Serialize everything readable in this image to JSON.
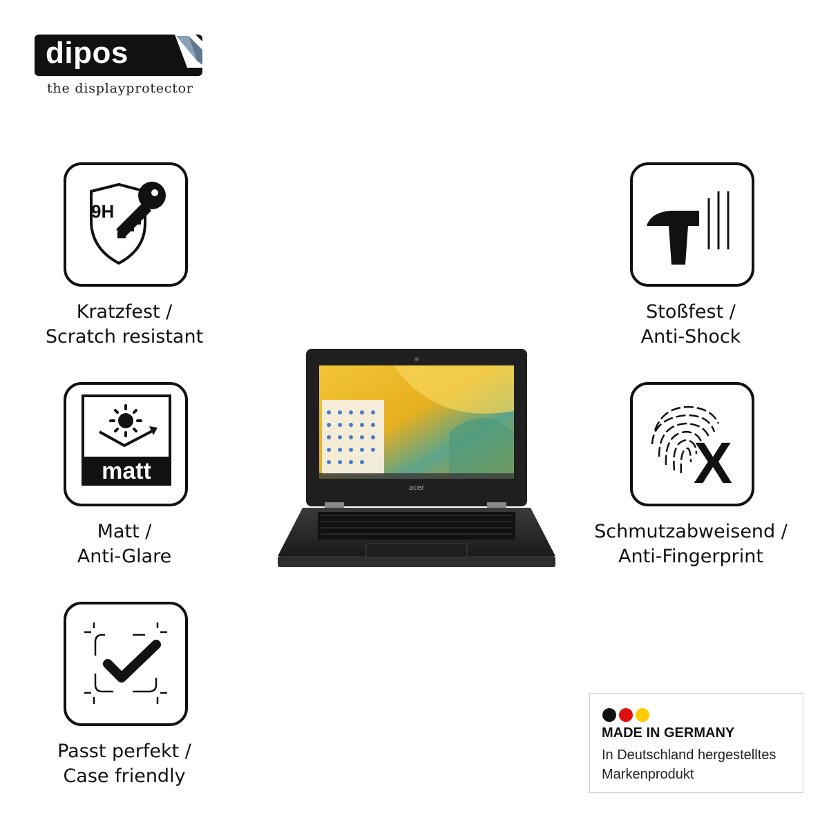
{
  "brand": {
    "name": "dipos",
    "tagline": "the displayprotector"
  },
  "features": [
    {
      "icon": "shield-key-9h-icon",
      "badge": "9H",
      "line1": "Kratzfest /",
      "line2": "Scratch resistant"
    },
    {
      "icon": "hammer-icon",
      "line1": "Stoßfest /",
      "line2": "Anti-Shock"
    },
    {
      "icon": "matt-sun-icon",
      "badge": "matt",
      "line1": "Matt /",
      "line2": "Anti-Glare"
    },
    {
      "icon": "fingerprint-x-icon",
      "line1": "Schmutzabweisend /",
      "line2": "Anti-Fingerprint"
    },
    {
      "icon": "checkmark-frame-icon",
      "line1": "Passt perfekt /",
      "line2": "Case friendly"
    }
  ],
  "product": {
    "icon": "laptop-image",
    "brand_mark": "acer"
  },
  "origin_badge": {
    "flag_colors": [
      "#111111",
      "#dd1111",
      "#ffcc00"
    ],
    "title": "MADE IN GERMANY",
    "line1": "In Deutschland hergestelltes",
    "line2": "Markenprodukt"
  }
}
